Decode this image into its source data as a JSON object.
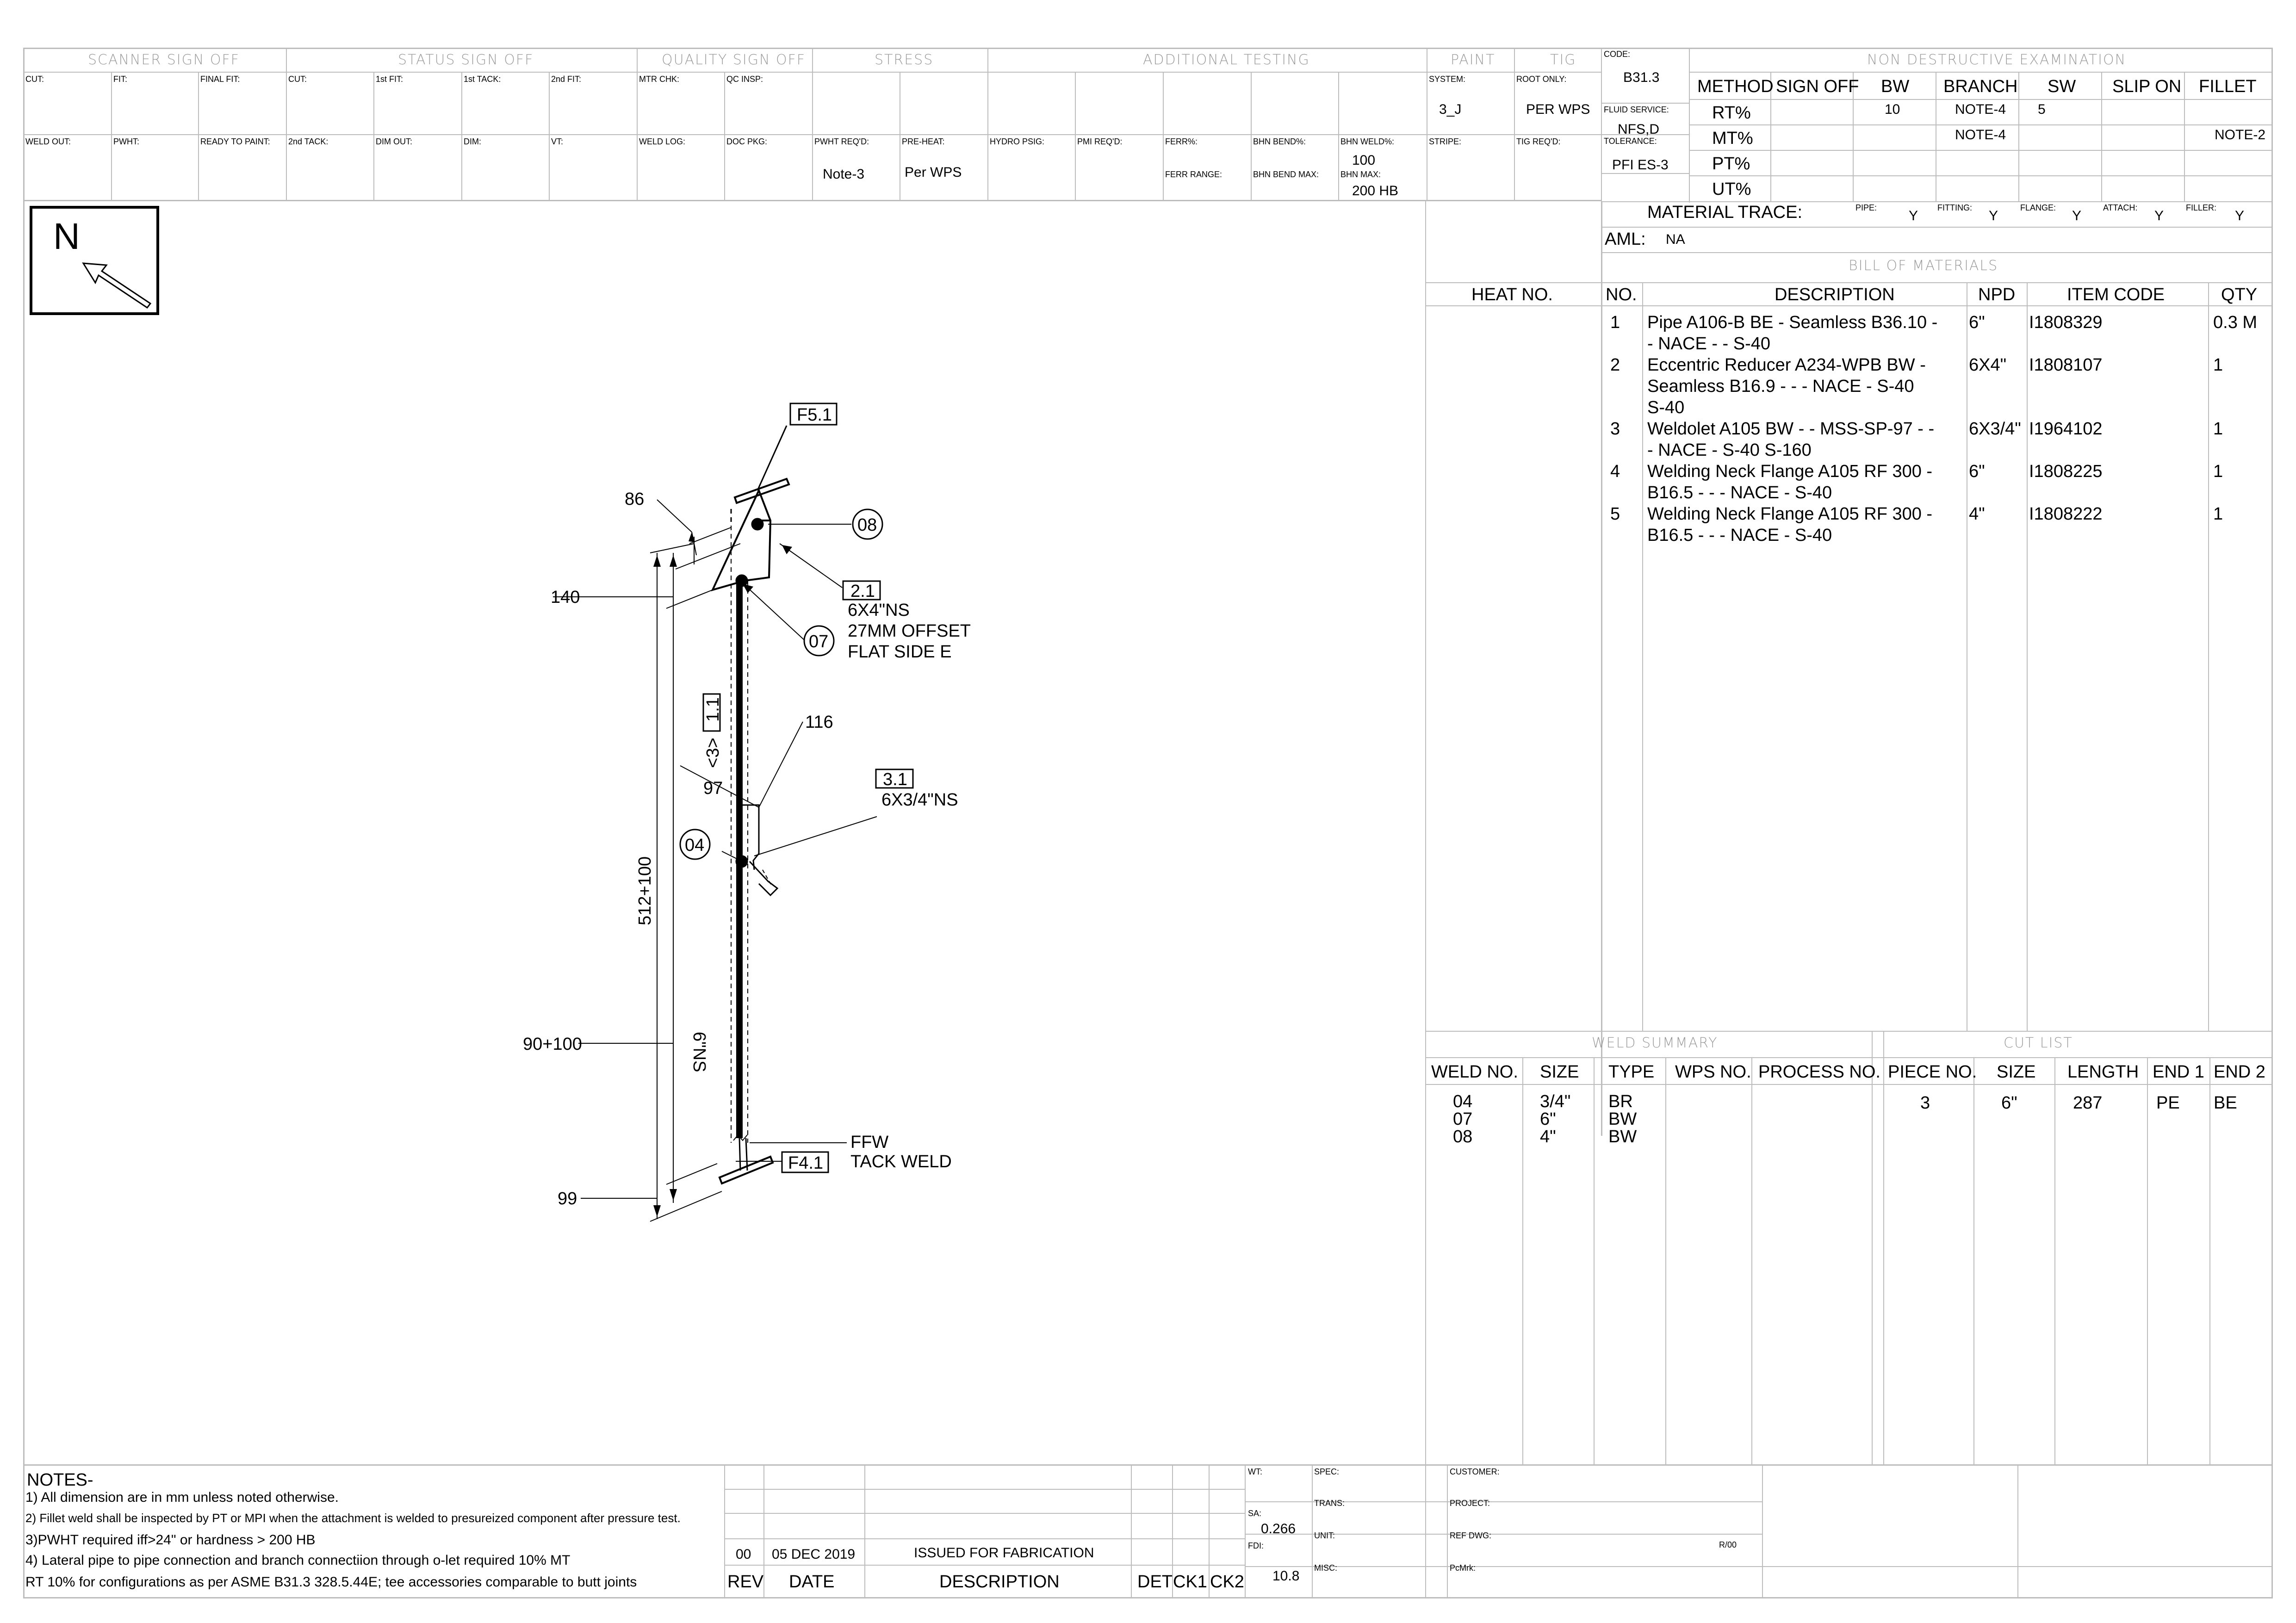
{
  "header": {
    "groups": [
      "SCANNER SIGN OFF",
      "STATUS SIGN OFF",
      "QUALITY SIGN OFF",
      "STRESS",
      "ADDITIONAL TESTING",
      "PAINT",
      "TIG"
    ],
    "row1_labels": [
      "CUT:",
      "FIT:",
      "FINAL FIT:",
      "CUT:",
      "1st FIT:",
      "1st TACK:",
      "2nd FIT:",
      "MTR CHK:",
      "QC INSP:",
      "SYSTEM:",
      "ROOT ONLY:"
    ],
    "row2_labels": [
      "WELD OUT:",
      "PWHT:",
      "READY TO PAINT:",
      "2nd TACK:",
      "DIM OUT:",
      "DIM:",
      "VT:",
      "WELD LOG:",
      "DOC PKG:",
      "PWHT REQ'D:",
      "PRE-HEAT:",
      "HYDRO PSIG:",
      "PMI REQ'D:",
      "FERR%:",
      "BHN BEND%:",
      "BHN WELD%:",
      "STRIPE:",
      "TIG REQ'D:"
    ],
    "ferr_range": "FERR RANGE:",
    "bhn_bend_max": "BHN BEND MAX:",
    "bhn_max": "BHN MAX:",
    "pwht_val": "Note-3",
    "preheat_val": "Per WPS",
    "bhn_weld_val": "100",
    "bhn_max_val": "200 HB",
    "system_val": "3_J",
    "root_only_val": "PER WPS"
  },
  "code_block": {
    "code_label": "CODE:",
    "code_val": "B31.3",
    "fluid_label": "FLUID SERVICE:",
    "fluid_val": "NFS,D",
    "tol_label": "TOLERANCE:",
    "tol_val": "PFI ES-3"
  },
  "nde": {
    "title": "NON DESTRUCTIVE EXAMINATION",
    "columns": [
      "METHOD",
      "SIGN OFF",
      "BW",
      "BRANCH",
      "SW",
      "SLIP ON",
      "FILLET"
    ],
    "rows": [
      [
        "RT%",
        "",
        "10",
        "NOTE-4",
        "5",
        "",
        ""
      ],
      [
        "MT%",
        "",
        "",
        "NOTE-4",
        "",
        "",
        "NOTE-2"
      ],
      [
        "PT%",
        "",
        "",
        "",
        "",
        "",
        ""
      ],
      [
        "UT%",
        "",
        "",
        "",
        "",
        "",
        ""
      ]
    ]
  },
  "material_trace": {
    "label": "MATERIAL TRACE:",
    "items": [
      {
        "label": "PIPE:",
        "val": "Y"
      },
      {
        "label": "FITTING:",
        "val": "Y"
      },
      {
        "label": "FLANGE:",
        "val": "Y"
      },
      {
        "label": "ATTACH:",
        "val": "Y"
      },
      {
        "label": "FILLER:",
        "val": "Y"
      }
    ],
    "aml_label": "AML:",
    "aml_val": "NA"
  },
  "bom": {
    "title": "BILL OF MATERIALS",
    "heat_header": "HEAT NO.",
    "columns": [
      "NO.",
      "DESCRIPTION",
      "NPD",
      "ITEM CODE",
      "QTY"
    ],
    "rows": [
      {
        "no": "1",
        "d1": "Pipe A106-B BE - Seamless B36.10 -",
        "d2": "- NACE - -  S-40",
        "d3": "",
        "npd": "6\"",
        "code": "I1808329",
        "qty": "0.3 M"
      },
      {
        "no": "2",
        "d1": "Eccentric Reducer A234-WPB BW -",
        "d2": "Seamless B16.9 - - - NACE -  S-40",
        "d3": "S-40",
        "npd": "6X4\"",
        "code": "I1808107",
        "qty": "1"
      },
      {
        "no": "3",
        "d1": "Weldolet A105 BW - - MSS-SP-97 - -",
        "d2": "- NACE -  S-40 S-160",
        "d3": "",
        "npd": "6X3/4\"",
        "code": "I1964102",
        "qty": "1"
      },
      {
        "no": "4",
        "d1": "Welding Neck Flange A105 RF 300 -",
        "d2": "B16.5 - - - NACE -  S-40",
        "d3": "",
        "npd": "6\"",
        "code": "I1808225",
        "qty": "1"
      },
      {
        "no": "5",
        "d1": "Welding Neck Flange A105 RF 300 -",
        "d2": "B16.5 - - - NACE -  S-40",
        "d3": "",
        "npd": "4\"",
        "code": "I1808222",
        "qty": "1"
      }
    ]
  },
  "weld_summary": {
    "title": "WELD SUMMARY",
    "columns": [
      "WELD NO.",
      "SIZE",
      "TYPE",
      "WPS NO.",
      "PROCESS NO."
    ],
    "weld_nos": [
      "04",
      "07",
      "08"
    ],
    "sizes": [
      "3/4\"",
      "6\"",
      "4\""
    ],
    "types": [
      "BR",
      "BW",
      "BW"
    ]
  },
  "cut_list": {
    "title": "CUT LIST",
    "columns": [
      "PIECE NO.",
      "SIZE",
      "LENGTH",
      "END 1",
      "END 2"
    ],
    "rows": [
      [
        "3",
        "6\"",
        "287",
        "PE",
        "BE"
      ]
    ]
  },
  "drawing": {
    "north": "N",
    "dims": {
      "d86": "86",
      "d140": "140",
      "d97": "97",
      "d116": "116",
      "d512": "512+100",
      "d90": "90+100",
      "d99": "99"
    },
    "tags": {
      "f51": "F5.1",
      "t21": "2.1",
      "t11": "1.1",
      "t31": "3.1",
      "f41": "F4.1"
    },
    "welds": {
      "w08": "08",
      "w07": "07",
      "w04": "04"
    },
    "notes": {
      "reducer_l1": "6X4\"NS",
      "reducer_l2": "27MM OFFSET",
      "reducer_l3": "FLAT SIDE E",
      "weldolet": "6X3/4\"NS",
      "pipe": "6\"NS",
      "piece": "<3>",
      "ffw": "FFW",
      "tack": "TACK WELD"
    }
  },
  "notes": {
    "title": "NOTES-",
    "lines": [
      "1) All dimension are in mm unless noted otherwise.",
      "2) Fillet weld shall be inspected by PT or MPI when the attachment is welded to presureized component after pressure test.",
      "3)PWHT required iff>24\" or hardness > 200 HB",
      "4) Lateral pipe to pipe connection and branch connectiion through o-let required 10% MT",
      "RT 10% for configurations as per ASME B31.3 328.5.44E; tee accessories comparable to butt joints"
    ]
  },
  "revision": {
    "rev": "00",
    "date": "05 DEC 2019",
    "desc": "ISSUED FOR FABRICATION",
    "headers": [
      "REV",
      "DATE",
      "DESCRIPTION",
      "DET",
      "CK1",
      "CK2"
    ]
  },
  "title_block": {
    "wt_label": "WT:",
    "sa_label": "SA:",
    "sa_val": "0.266",
    "fdi_label": "FDI:",
    "fdi_val": "10.8",
    "spec_label": "SPEC:",
    "trans_label": "TRANS:",
    "unit_label": "UNIT:",
    "misc_label": "MISC:",
    "customer_label": "CUSTOMER:",
    "project_label": "PROJECT:",
    "refdwg_label": "REF DWG:",
    "refdwg_val": "R/00",
    "pcmrk_label": "PcMrk:"
  }
}
